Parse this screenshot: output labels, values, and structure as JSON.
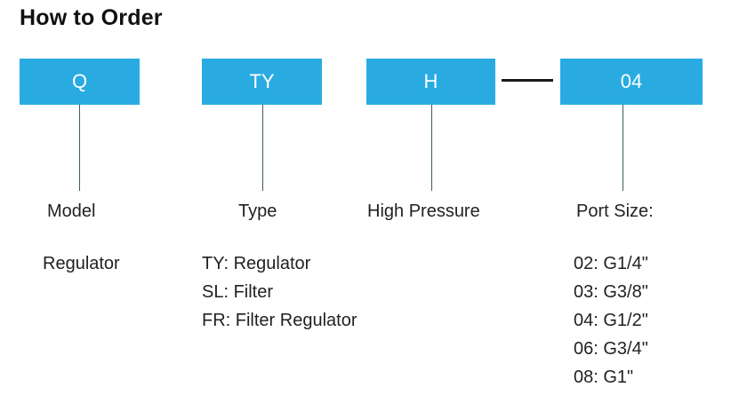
{
  "title": "How to Order",
  "colors": {
    "box_background": "#29ABE2",
    "box_text": "#ffffff",
    "connector_line": "#3f5e5e",
    "separator": "#1a1a1a",
    "text": "#231F20"
  },
  "separator": "—",
  "columns": [
    {
      "code": "Q",
      "label": "Model",
      "options": [
        "Regulator"
      ]
    },
    {
      "code": "TY",
      "label": "Type",
      "options": [
        "TY: Regulator",
        "SL: Filter",
        "FR: Filter Regulator"
      ]
    },
    {
      "code": "H",
      "label": "High Pressure",
      "options": []
    },
    {
      "code": "04",
      "label": "Port Size:",
      "options": [
        "02: G1/4\"",
        "03: G3/8\"",
        "04: G1/2\"",
        "06: G3/4\"",
        "08: G1\""
      ]
    }
  ]
}
